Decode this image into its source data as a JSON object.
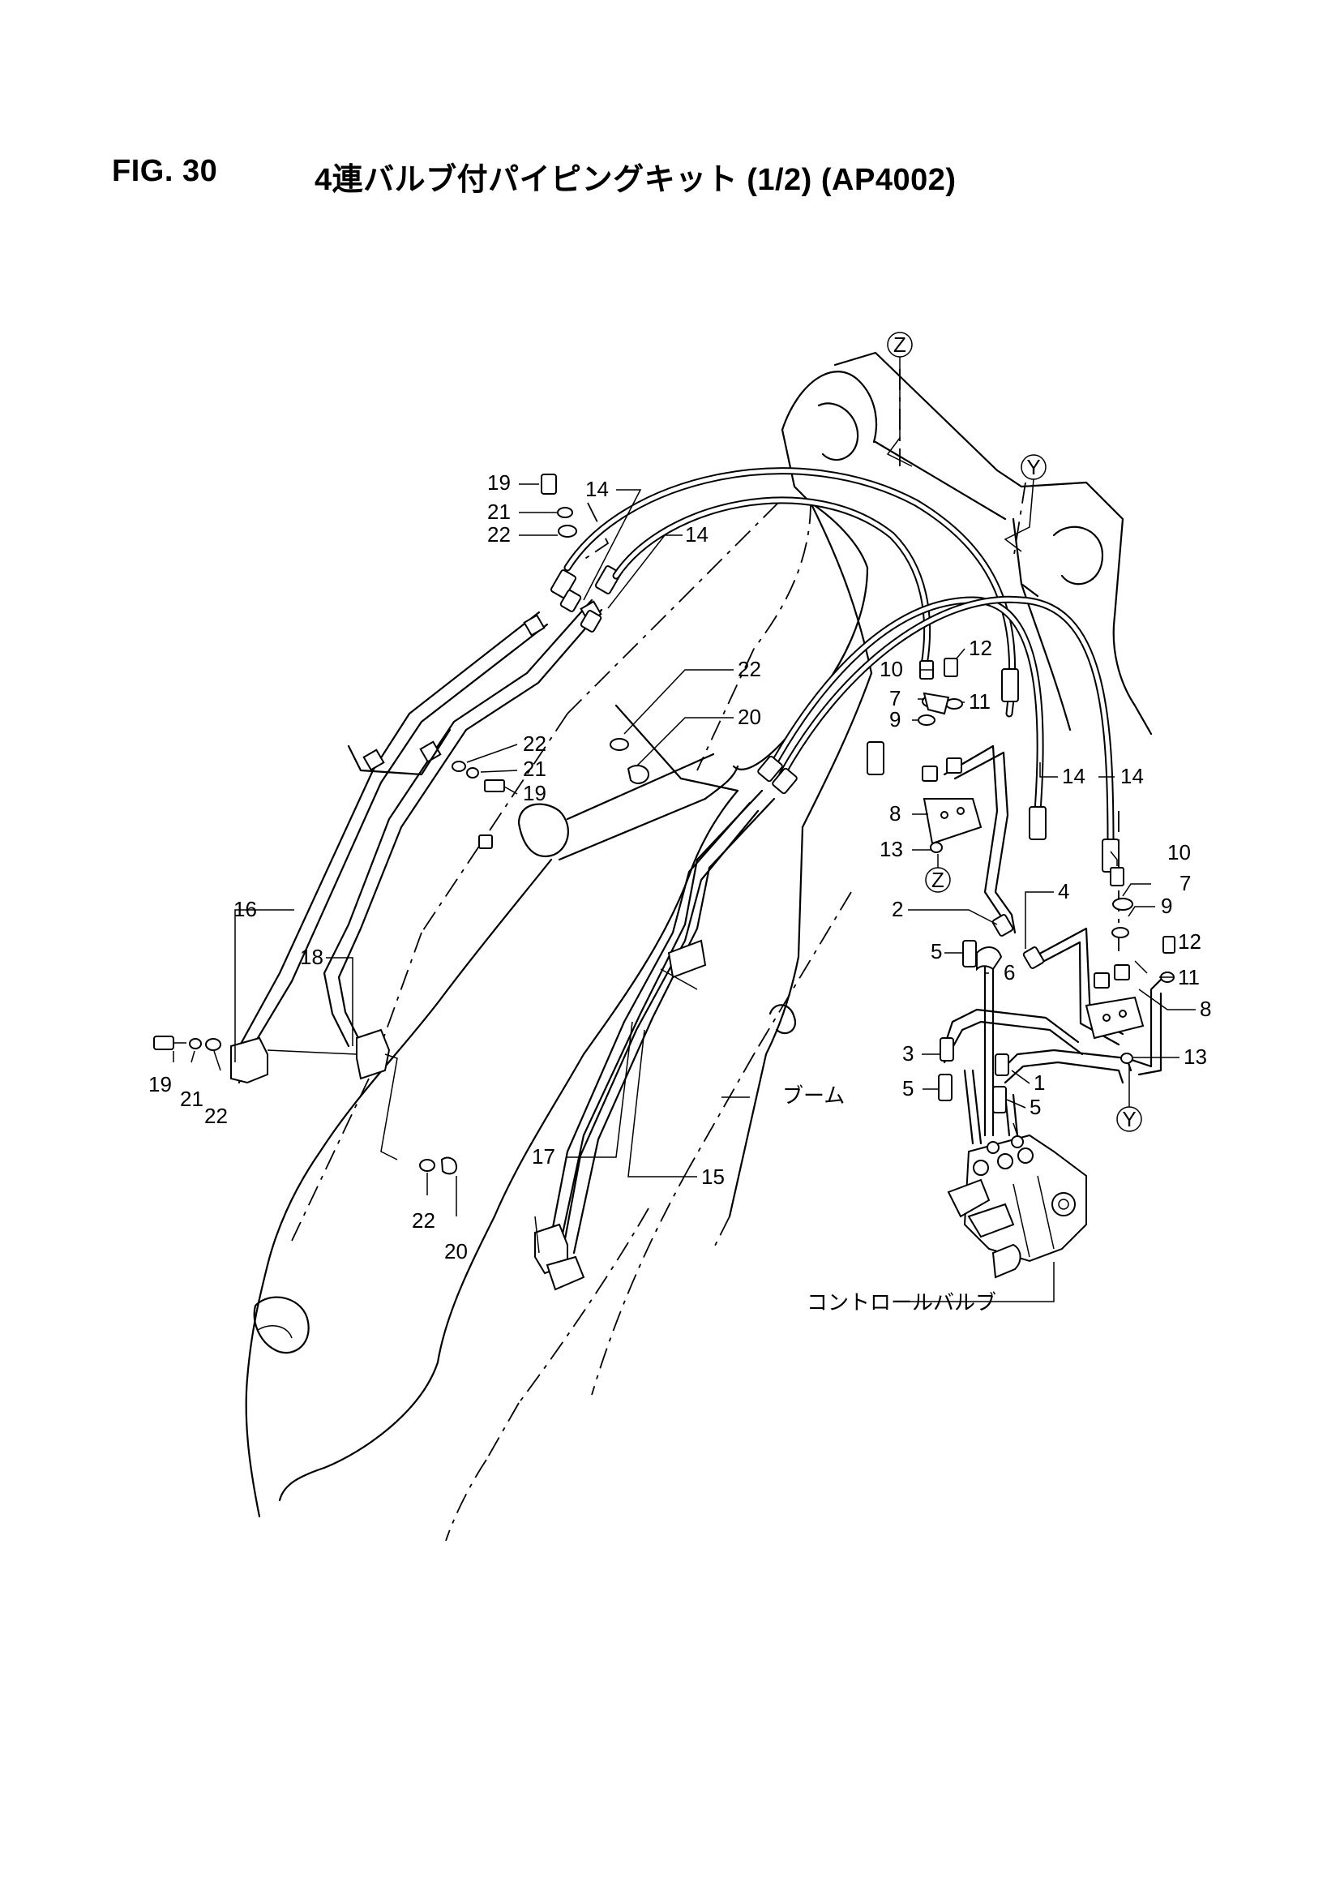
{
  "header": {
    "fig_no": "FIG. 30",
    "title": "4連バルブ付パイピングキット (1/2) (AP4002)"
  },
  "annotations": {
    "boom": "ブーム",
    "control_valve": "コントロールバルブ"
  },
  "view_markers": {
    "z": "Z",
    "y": "Y"
  },
  "part_numbers": {
    "p1": "1",
    "p2": "2",
    "p3": "3",
    "p4": "4",
    "p5": "5",
    "p6": "6",
    "p7": "7",
    "p8": "8",
    "p9": "9",
    "p10": "10",
    "p11": "11",
    "p12": "12",
    "p13": "13",
    "p14": "14",
    "p15": "15",
    "p16": "16",
    "p17": "17",
    "p18": "18",
    "p19": "19",
    "p20": "20",
    "p21": "21",
    "p22": "22"
  }
}
